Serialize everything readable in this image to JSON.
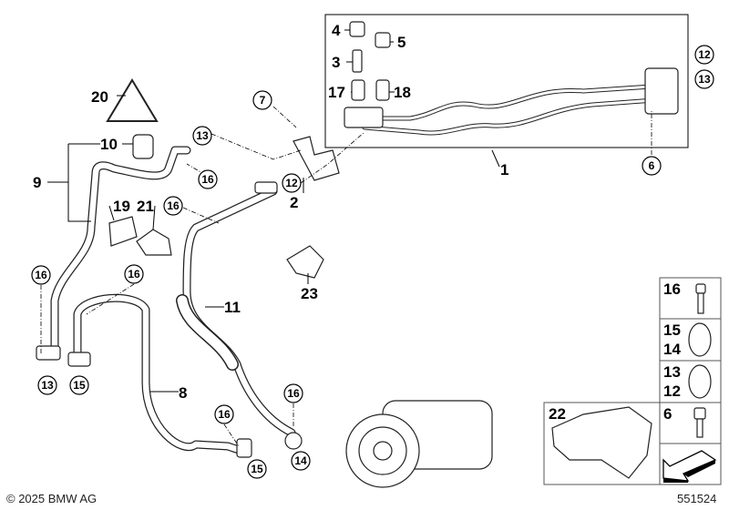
{
  "diagram": {
    "part_labels": [
      "1",
      "2",
      "3",
      "4",
      "5",
      "8",
      "9",
      "10",
      "11",
      "17",
      "18",
      "19",
      "20",
      "21",
      "23"
    ],
    "circled_labels": {
      "c7": "7",
      "c13a": "13",
      "c16a": "16",
      "c12a": "12",
      "c16b": "16",
      "c16c": "16",
      "c16d": "16",
      "c13b": "13",
      "c15a": "15",
      "c16e": "16",
      "c15b": "15",
      "c16f": "16",
      "c14": "14",
      "c6": "6",
      "c12b": "12",
      "c13c": "13"
    },
    "legend_panel": {
      "cell_16": "16",
      "cell_15": "15",
      "cell_14": "14",
      "cell_13": "13",
      "cell_12": "12",
      "cell_6": "6",
      "cell_22": "22"
    }
  },
  "footer": {
    "copyright": "© 2025 BMW AG",
    "diagram_number": "551524"
  }
}
